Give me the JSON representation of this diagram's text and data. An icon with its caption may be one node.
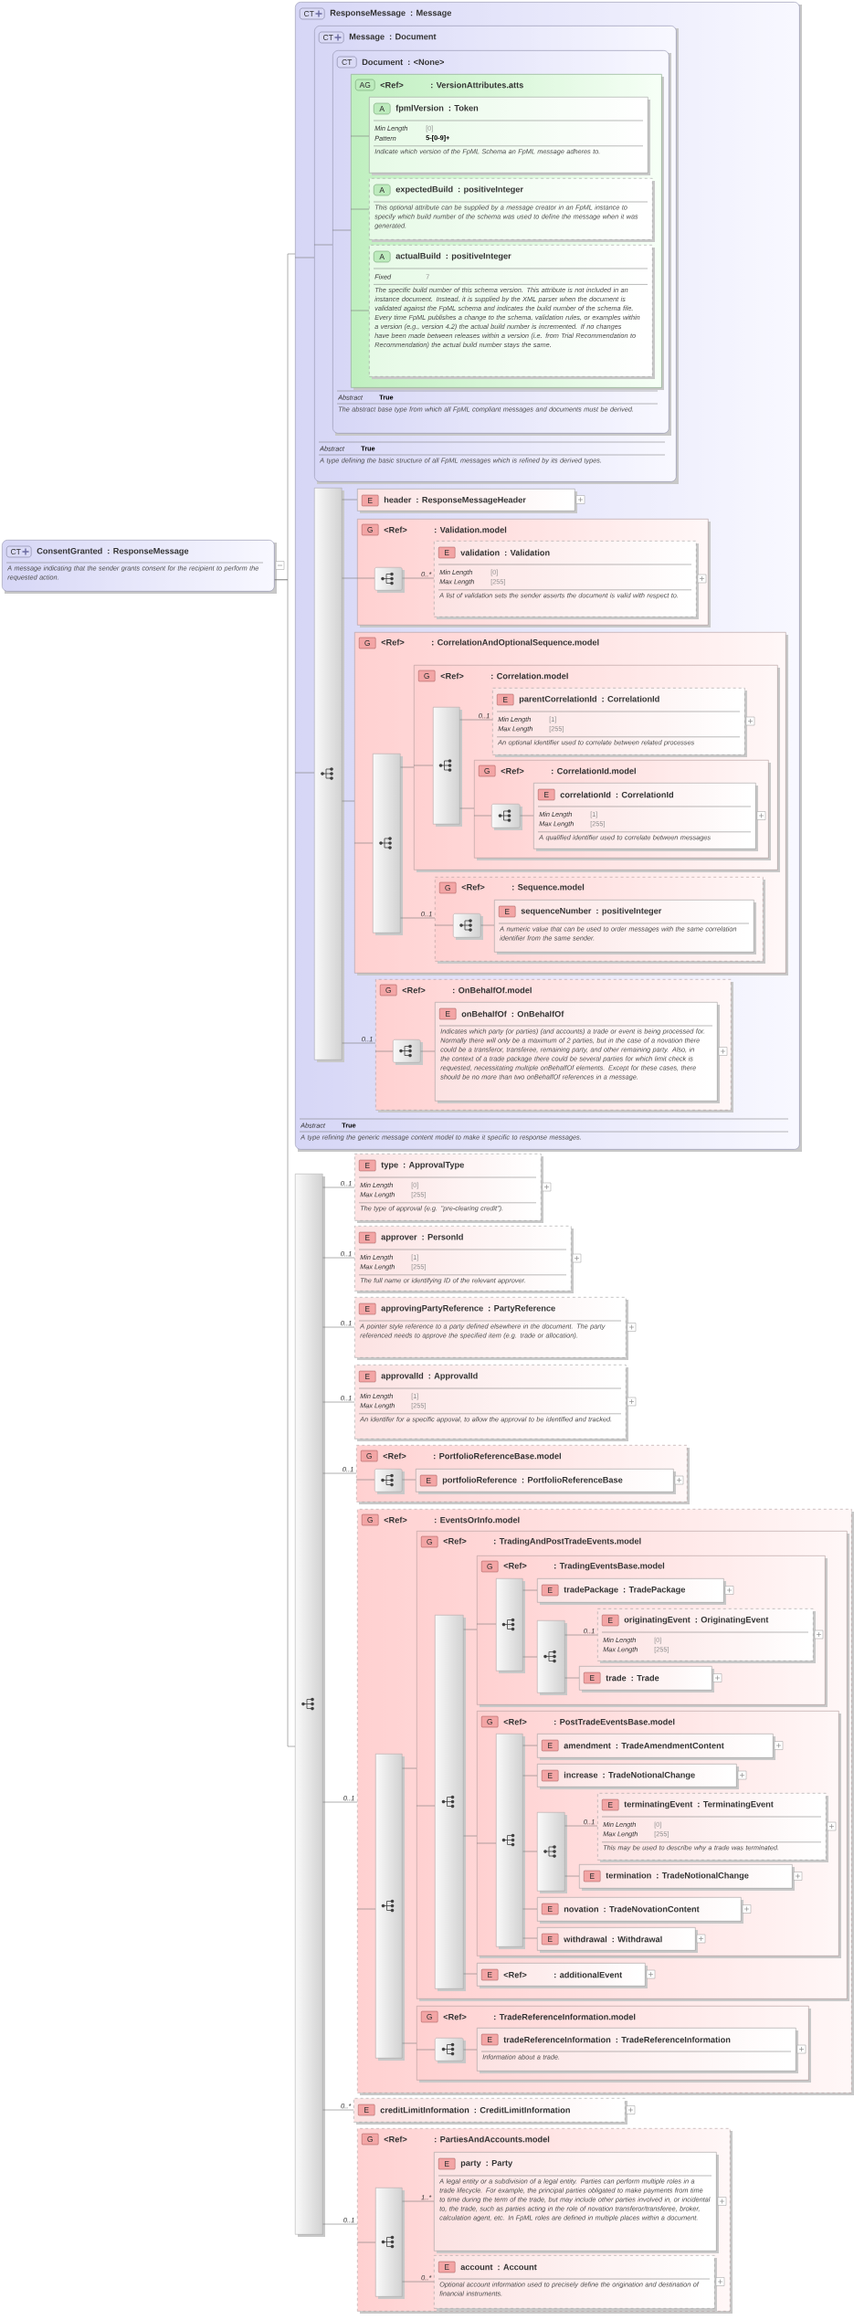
{
  "diagram": {
    "nodes": [
      {
        "text": [
          "CT",
          "ConsentGranted",
          ": ResponseMessage",
          "A message indicating that the sender grants consent for the recipient to perform the requested action."
        ]
      },
      {
        "text": [
          "CT",
          "ResponseMessage",
          ": Message",
          "Abstract",
          "True",
          "A type refining the generic message content model to make it specific to response messages."
        ]
      },
      {
        "text": [
          "CT",
          "Message",
          ": Document",
          "Abstract",
          "True",
          "A type defining the basic structure of all FpML messages which is refined by its derived types."
        ],
        "in": 1
      },
      {
        "text": [
          "CT",
          "Document",
          ": <None>",
          "Abstract",
          "True",
          "The abstract base type from which all FpML compliant messages and documents must be derived."
        ],
        "in": 2
      },
      {
        "text": [
          "AG",
          "<Ref>",
          ": VersionAttributes.atts"
        ],
        "in": 3
      },
      {
        "text": [
          "A",
          "fpmlVersion",
          ": Token",
          "Min Length",
          "[0]",
          "Pattern",
          "5-[0-9]+",
          "Indicate which version of the FpML Schema an FpML message adheres to."
        ],
        "in": 4
      },
      {
        "text": [
          "A",
          "expectedBuild",
          ": positiveInteger",
          "This optional attribute can be supplied by a message creator in an FpML instance to specify which build number of the schema was used to define the message when it was generated."
        ],
        "in": 4
      },
      {
        "text": [
          "A",
          "actualBuild",
          ": positiveInteger",
          "Fixed",
          "7",
          "The specific build number of this schema version. This attribute is not included in an instance document. Instead, it is supplied by the XML parser when the document is validated against the FpML schema and indicates the build number of the schema file. Every time FpML publishes a change to the schema, validation rules, or examples within a version (e.g., version 4.2) the actual build number is incremented. If no changes have been made between releases within a version (i.e. from Trial Recommendation to Recommendation) the actual build number stays the same."
        ],
        "in": 4
      },
      {
        "text": [],
        "shape": "bar",
        "in": 1
      },
      {
        "text": [
          "E",
          "header",
          ": ResponseMessageHeader"
        ],
        "in": 1
      },
      {
        "text": [
          "G",
          "<Ref>",
          ": Validation.model"
        ],
        "in": 1
      },
      {
        "text": [],
        "shape": "box",
        "in": 10
      },
      {
        "text": [
          "E",
          "validation",
          ": Validation",
          "Min Length",
          "[0]",
          "Max Length",
          "[255]",
          "A list of validation sets the sender asserts the document is valid with respect to."
        ],
        "in": 10
      },
      {
        "text": [
          "G",
          "<Ref>",
          ": CorrelationAndOptionalSequence.model"
        ],
        "in": 1
      },
      {
        "text": [],
        "shape": "bar",
        "in": 13
      },
      {
        "text": [
          "G",
          "<Ref>",
          ": Correlation.model"
        ],
        "in": 13
      },
      {
        "text": [],
        "shape": "bar",
        "in": 15
      },
      {
        "text": [
          "E",
          "parentCorrelationId",
          ": CorrelationId",
          "Min Length",
          "[1]",
          "Max Length",
          "[255]",
          "An optional identifier used to correlate between related processes"
        ],
        "in": 15
      },
      {
        "text": [
          "G",
          "<Ref>",
          ": CorrelationId.model"
        ],
        "in": 15
      },
      {
        "text": [],
        "shape": "box",
        "in": 18
      },
      {
        "text": [
          "E",
          "correlationId",
          ": CorrelationId",
          "Min Length",
          "[1]",
          "Max Length",
          "[255]",
          "A qualified identifier used to correlate between messages"
        ],
        "in": 18
      },
      {
        "text": [
          "G",
          "<Ref>",
          ": Sequence.model"
        ],
        "in": 13
      },
      {
        "text": [],
        "shape": "box",
        "in": 21
      },
      {
        "text": [
          "E",
          "sequenceNumber",
          ": positiveInteger",
          "A numeric value that can be used to order messages with the same correlation identifier from the same sender."
        ],
        "in": 21
      },
      {
        "text": [
          "G",
          "<Ref>",
          ": OnBehalfOf.model"
        ],
        "in": 1
      },
      {
        "text": [],
        "shape": "box",
        "in": 24
      },
      {
        "text": [
          "E",
          "onBehalfOf",
          ": OnBehalfOf",
          "Indicates which party (or parties) (and accounts) a trade or event is being processed for. Normally there will only be a maximum of 2 parties, but in the case of a novation there could be a transferor, transferee, remaining party, and other remaining party. Also, in the context of a trade package there could be several parties for which limit check is requested, necessitating multiple onBehalfOf elements. Except for these cases, there should be no more than two onBehalfOf references in a message."
        ],
        "in": 24
      },
      {
        "text": [],
        "shape": "bar"
      },
      {
        "text": [
          "E",
          "type",
          ": ApprovalType",
          "Min Length",
          "[0]",
          "Max Length",
          "[255]",
          "The type of approval (e.g. \"pre-clearing credit\")."
        ]
      },
      {
        "text": [
          "E",
          "approver",
          ": PersonId",
          "Min Length",
          "[1]",
          "Max Length",
          "[255]",
          "The full name or identifying ID of the relevant approver."
        ]
      },
      {
        "text": [
          "E",
          "approvingPartyReference",
          ": PartyReference",
          "A pointer style reference to a party defined elsewhere in the document. The party referenced needs to approve the specified item (e.g. trade or allocation)."
        ]
      },
      {
        "text": [
          "E",
          "approvalId",
          ": ApprovalId",
          "Min Length",
          "[1]",
          "Max Length",
          "[255]",
          "An identifer for a specific appoval, to allow the approval to be identified and tracked."
        ]
      },
      {
        "text": [
          "G",
          "<Ref>",
          ": PortfolioReferenceBase.model"
        ]
      },
      {
        "text": [],
        "shape": "box",
        "in": 32
      },
      {
        "text": [
          "E",
          "portfolioReference",
          ": PortfolioReferenceBase"
        ],
        "in": 32
      },
      {
        "text": [
          "G",
          "<Ref>",
          ": EventsOrInfo.model"
        ]
      },
      {
        "text": [],
        "shape": "bar",
        "in": 35
      },
      {
        "text": [
          "G",
          "<Ref>",
          ": TradingAndPostTradeEvents.model"
        ],
        "in": 35
      },
      {
        "text": [],
        "shape": "bar",
        "in": 37
      },
      {
        "text": [
          "G",
          "<Ref>",
          ": TradingEventsBase.model"
        ],
        "in": 37
      },
      {
        "text": [],
        "shape": "bar",
        "in": 39
      },
      {
        "text": [
          "E",
          "tradePackage",
          ": TradePackage"
        ],
        "in": 39
      },
      {
        "text": [],
        "shape": "bar",
        "in": 39
      },
      {
        "text": [
          "E",
          "originatingEvent",
          ": OriginatingEvent",
          "Min Length",
          "[0]",
          "Max Length",
          "[255]"
        ],
        "in": 39
      },
      {
        "text": [
          "E",
          "trade",
          ": Trade"
        ],
        "in": 39
      },
      {
        "text": [
          "G",
          "<Ref>",
          ": PostTradeEventsBase.model"
        ],
        "in": 37
      },
      {
        "text": [],
        "shape": "bar",
        "in": 45
      },
      {
        "text": [
          "E",
          "amendment",
          ": TradeAmendmentContent"
        ],
        "in": 45
      },
      {
        "text": [
          "E",
          "increase",
          ": TradeNotionalChange"
        ],
        "in": 45
      },
      {
        "text": [],
        "shape": "bar",
        "in": 45
      },
      {
        "text": [
          "E",
          "terminatingEvent",
          ": TerminatingEvent",
          "Min Length",
          "[0]",
          "Max Length",
          "[255]",
          "This may be used to describe why a trade was terminated."
        ],
        "in": 45
      },
      {
        "text": [
          "E",
          "termination",
          ": TradeNotionalChange"
        ],
        "in": 45
      },
      {
        "text": [
          "E",
          "novation",
          ": TradeNovationContent"
        ],
        "in": 45
      },
      {
        "text": [
          "E",
          "withdrawal",
          ": Withdrawal"
        ],
        "in": 45
      },
      {
        "text": [
          "E",
          "<Ref>",
          ": additionalEvent"
        ],
        "in": 37
      },
      {
        "text": [
          "G",
          "<Ref>",
          ": TradeReferenceInformation.model"
        ],
        "in": 35
      },
      {
        "text": [],
        "shape": "box",
        "in": 55
      },
      {
        "text": [
          "E",
          "tradeReferenceInformation",
          ": TradeReferenceInformation",
          "Information about a trade."
        ],
        "in": 55
      },
      {
        "text": [
          "E",
          "creditLimitInformation",
          ": CreditLimitInformation"
        ]
      },
      {
        "text": [
          "G",
          "<Ref>",
          ": PartiesAndAccounts.model"
        ]
      },
      {
        "text": [],
        "shape": "bar",
        "in": 59
      },
      {
        "text": [
          "E",
          "party",
          ": Party",
          "A legal entity or a subdivision of a legal entity. Parties can perform multiple roles in a trade lifecycle. For example, the principal parties obligated to make payments from time to time during the term of the trade, but may include other parties involved in, or incidental to, the trade, such as parties acting in the role of novation transferor/transferee, broker, calculation agent, etc. In FpML roles are defined in multiple places within a document."
        ],
        "in": 59
      },
      {
        "text": [
          "E",
          "account",
          ": Account",
          "Optional account information used to precisely define the origination and destination of financial instruments."
        ],
        "in": 59
      }
    ],
    "edges": [
      {
        "from": 0,
        "to": 1,
        "arrow": "none"
      },
      {
        "from": 0,
        "to": 27,
        "arrow": "none"
      },
      {
        "from": 1,
        "to": 2,
        "arrow": "none"
      },
      {
        "from": 2,
        "to": 3,
        "arrow": "none"
      },
      {
        "from": 3,
        "to": 4,
        "arrow": "none"
      },
      {
        "from": 4,
        "to": 5,
        "arrow": "none"
      },
      {
        "from": 4,
        "to": 6,
        "arrow": "none"
      },
      {
        "from": 4,
        "to": 7,
        "arrow": "none"
      },
      {
        "from": 1,
        "to": 8,
        "arrow": "none"
      },
      {
        "from": 8,
        "to": 9,
        "arrow": "none"
      },
      {
        "from": 8,
        "to": 10,
        "arrow": "none"
      },
      {
        "from": 10,
        "to": 11,
        "arrow": "none"
      },
      {
        "from": 11,
        "to": 12,
        "arrow": "none",
        "label": "0..*"
      },
      {
        "from": 8,
        "to": 13,
        "arrow": "none"
      },
      {
        "from": 13,
        "to": 14,
        "arrow": "none"
      },
      {
        "from": 14,
        "to": 15,
        "arrow": "none"
      },
      {
        "from": 15,
        "to": 16,
        "arrow": "none"
      },
      {
        "from": 16,
        "to": 17,
        "arrow": "none",
        "label": "0..1"
      },
      {
        "from": 16,
        "to": 18,
        "arrow": "none"
      },
      {
        "from": 18,
        "to": 19,
        "arrow": "none"
      },
      {
        "from": 19,
        "to": 20,
        "arrow": "none"
      },
      {
        "from": 14,
        "to": 21,
        "arrow": "none",
        "label": "0..1"
      },
      {
        "from": 21,
        "to": 22,
        "arrow": "none"
      },
      {
        "from": 22,
        "to": 23,
        "arrow": "none"
      },
      {
        "from": 8,
        "to": 24,
        "arrow": "none",
        "label": "0..1"
      },
      {
        "from": 24,
        "to": 25,
        "arrow": "none"
      },
      {
        "from": 25,
        "to": 26,
        "arrow": "none"
      },
      {
        "from": 27,
        "to": 28,
        "arrow": "none",
        "label": "0..1"
      },
      {
        "from": 27,
        "to": 29,
        "arrow": "none",
        "label": "0..1"
      },
      {
        "from": 27,
        "to": 30,
        "arrow": "none",
        "label": "0..1"
      },
      {
        "from": 27,
        "to": 31,
        "arrow": "none",
        "label": "0..1"
      },
      {
        "from": 27,
        "to": 32,
        "arrow": "none",
        "label": "0..1"
      },
      {
        "from": 32,
        "to": 33,
        "arrow": "none"
      },
      {
        "from": 33,
        "to": 34,
        "arrow": "none"
      },
      {
        "from": 27,
        "to": 35,
        "arrow": "none",
        "label": "0..1"
      },
      {
        "from": 35,
        "to": 36,
        "arrow": "none"
      },
      {
        "from": 36,
        "to": 37,
        "arrow": "none"
      },
      {
        "from": 37,
        "to": 38,
        "arrow": "none"
      },
      {
        "from": 38,
        "to": 39,
        "arrow": "none"
      },
      {
        "from": 39,
        "to": 40,
        "arrow": "none"
      },
      {
        "from": 40,
        "to": 41,
        "arrow": "none"
      },
      {
        "from": 40,
        "to": 42,
        "arrow": "none"
      },
      {
        "from": 42,
        "to": 43,
        "arrow": "none",
        "label": "0..1"
      },
      {
        "from": 42,
        "to": 44,
        "arrow": "none"
      },
      {
        "from": 38,
        "to": 45,
        "arrow": "none"
      },
      {
        "from": 45,
        "to": 46,
        "arrow": "none"
      },
      {
        "from": 46,
        "to": 47,
        "arrow": "none"
      },
      {
        "from": 46,
        "to": 48,
        "arrow": "none"
      },
      {
        "from": 46,
        "to": 49,
        "arrow": "none"
      },
      {
        "from": 49,
        "to": 50,
        "arrow": "none",
        "label": "0..1"
      },
      {
        "from": 49,
        "to": 51,
        "arrow": "none"
      },
      {
        "from": 46,
        "to": 52,
        "arrow": "none"
      },
      {
        "from": 46,
        "to": 53,
        "arrow": "none"
      },
      {
        "from": 38,
        "to": 54,
        "arrow": "none"
      },
      {
        "from": 36,
        "to": 55,
        "arrow": "none"
      },
      {
        "from": 55,
        "to": 56,
        "arrow": "none"
      },
      {
        "from": 56,
        "to": 57,
        "arrow": "none"
      },
      {
        "from": 27,
        "to": 58,
        "arrow": "none",
        "label": "0..*"
      },
      {
        "from": 27,
        "to": 59,
        "arrow": "none",
        "label": "0..1"
      },
      {
        "from": 59,
        "to": 60,
        "arrow": "none"
      },
      {
        "from": 60,
        "to": 61,
        "arrow": "none",
        "label": "1..*"
      },
      {
        "from": 60,
        "to": 62,
        "arrow": "none",
        "label": "0..*"
      }
    ]
  }
}
